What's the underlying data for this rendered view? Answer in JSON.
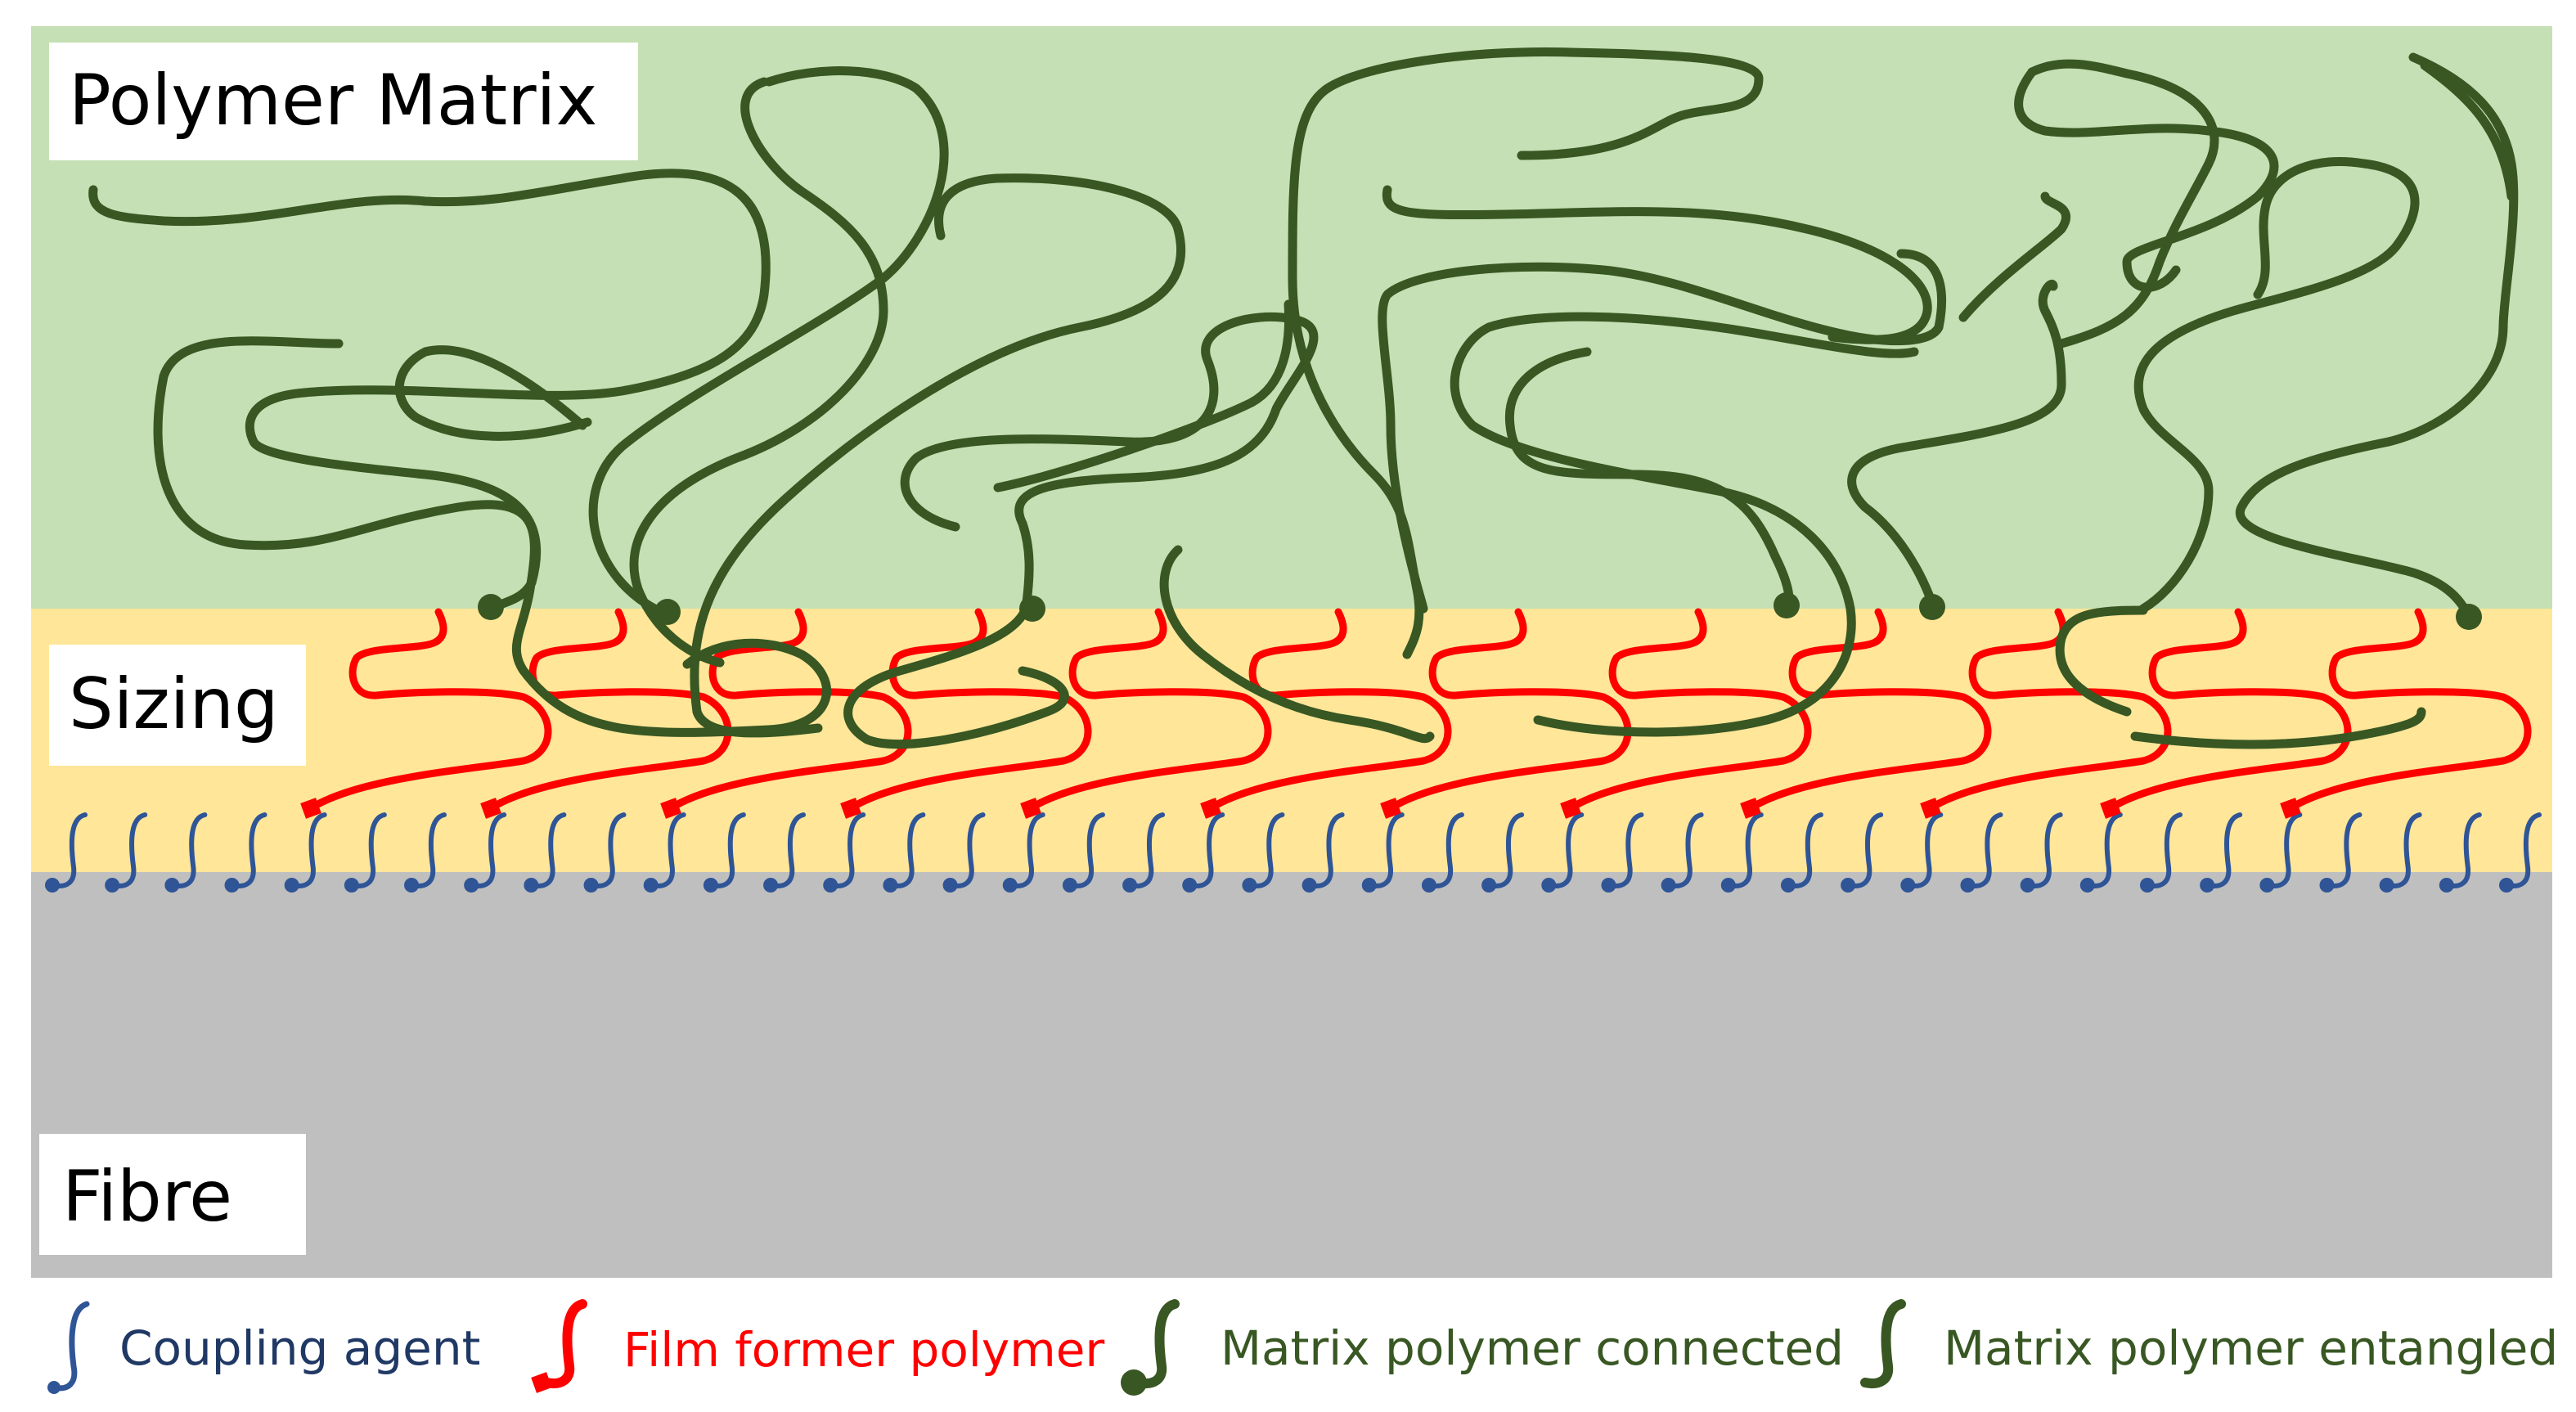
{
  "regions": {
    "matrix": {
      "label": "Polymer Matrix",
      "color": "#c5e0b4"
    },
    "sizing": {
      "label": "Sizing",
      "color": "#ffe699"
    },
    "fibre": {
      "label": "Fibre",
      "color": "#bfbfbf"
    }
  },
  "molecules": {
    "coupling_agent": {
      "color": "#2f5597",
      "count": 42
    },
    "film_former": {
      "color": "#ff0000",
      "count": 12
    },
    "matrix_polymer": {
      "color": "#385723"
    }
  },
  "legend": [
    {
      "key": "coupling",
      "label": "Coupling agent",
      "color": "#1f3864",
      "icon": "coupling-agent-icon"
    },
    {
      "key": "film",
      "label": "Film former polymer",
      "color": "#ff0000",
      "icon": "film-former-icon"
    },
    {
      "key": "connected",
      "label": "Matrix polymer connected",
      "color": "#385723",
      "icon": "matrix-connected-icon"
    },
    {
      "key": "entangled",
      "label": "Matrix polymer entangled",
      "color": "#385723",
      "icon": "matrix-entangled-icon"
    }
  ]
}
